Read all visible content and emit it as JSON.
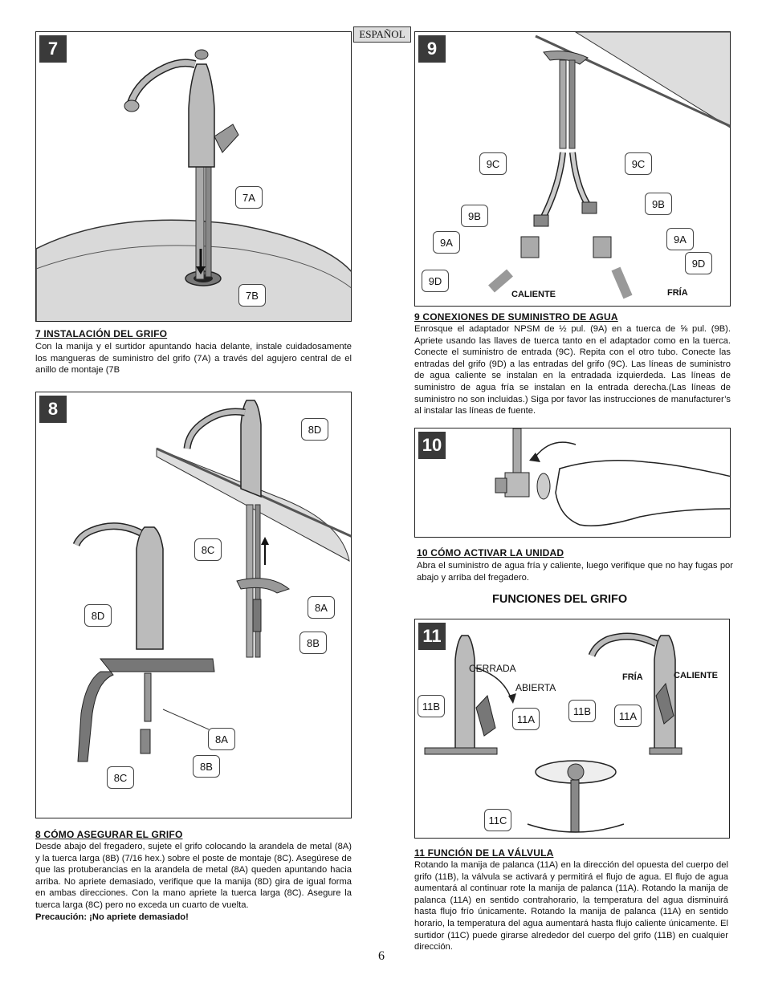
{
  "header": {
    "language": "ESPAÑOL"
  },
  "page_number": "6",
  "figures": {
    "fig7": {
      "number": "7",
      "callouts": [
        "7A",
        "7B"
      ]
    },
    "fig8": {
      "number": "8",
      "callouts": [
        "8D",
        "8C",
        "8A",
        "8B",
        "8D",
        "8A",
        "8B",
        "8C"
      ]
    },
    "fig9": {
      "number": "9",
      "callouts": [
        "9C",
        "9C",
        "9B",
        "9B",
        "9A",
        "9A",
        "9D",
        "9D"
      ],
      "hot_label": "CALIENTE",
      "cold_label": "FRÍA"
    },
    "fig10": {
      "number": "10"
    },
    "fig11": {
      "number": "11",
      "callouts": [
        "11B",
        "11A",
        "11B",
        "11A",
        "11C"
      ],
      "closed_label": "CERRADA",
      "open_label": "ABIERTA",
      "cold_label": "FRÍA",
      "hot_label": "CALIENTE"
    }
  },
  "sections": {
    "s7": {
      "title": "7   INSTALACIÓN DEL GRIFO",
      "body": "Con la manija y el surtidor apuntando hacia delante, instale cuidadosamente los mangueras de suministro del grifo (7A) a través del agujero central de el anillo de montaje (7B"
    },
    "s8": {
      "title": "8   CÓMO ASEGURAR EL GRIFO",
      "body": "Desde abajo del fregadero, sujete el grifo colocando la arandela de metal (8A) y la tuerca larga (8B) (7/16 hex.) sobre el poste de montaje (8C). Asegúrese de que las protuberancias en la arandela de metal (8A) queden apuntando hacia arriba. No apriete demasiado, verifique que la manija (8D) gira de igual forma en ambas direcciones. Con la mano apriete la tuerca larga (8C). Asegure la tuerca larga (8C) pero no exceda un cuarto de vuelta.",
      "caution": "Precaución: ¡No apriete demasiado!"
    },
    "s9": {
      "title": "9   CONEXIONES DE SUMINISTRO DE AGUA",
      "body": "Enrosque el adaptador NPSM de ½ pul. (9A) en a tuerca de ⅝ pul. (9B). Apriete usando las llaves de tuerca tanto en el adaptador como en la tuerca. Conecte el suministro de entrada (9C). Repita con el otro tubo. Conecte las entradas del grifo (9D) a las entradas del grifo (9C).  Las líneas de suministro de agua caliente se instalan en la entradada izquierdeda. Las líneas de suministro de agua fría se instalan en la entrada derecha.(Las líneas de suministro no son incluidas.)  Siga por favor las instrucciones de manufacturer’s al instalar las líneas de fuente."
    },
    "s10": {
      "title": "10   CÓMO ACTIVAR LA UNIDAD",
      "body": "Abra el suministro de agua fría y caliente, luego verifique que no hay fugas por abajo y arriba del fregadero."
    },
    "functions_heading": "FUNCIONES DEL GRIFO",
    "s11": {
      "title": "11   FUNCIÓN DE LA VÁLVULA",
      "body": "Rotando la manija de palanca (11A) en la dirección del opuesta del cuerpo del grifo (11B), la válvula se activará y permitirá el flujo de agua. El flujo de agua aumentará al continuar rote la manija de palanca (11A). Rotando la manija de palanca (11A) en sentido contrahorario, la temperatura del agua disminuirá hasta flujo frío únicamente. Rotando la manija de palanca (11A) en sentido horario, la temperatura del agua aumentará hasta flujo caliente únicamente. El surtidor (11C) puede girarse alrededor del cuerpo del grifo (11B) en cualquier dirección."
    }
  }
}
